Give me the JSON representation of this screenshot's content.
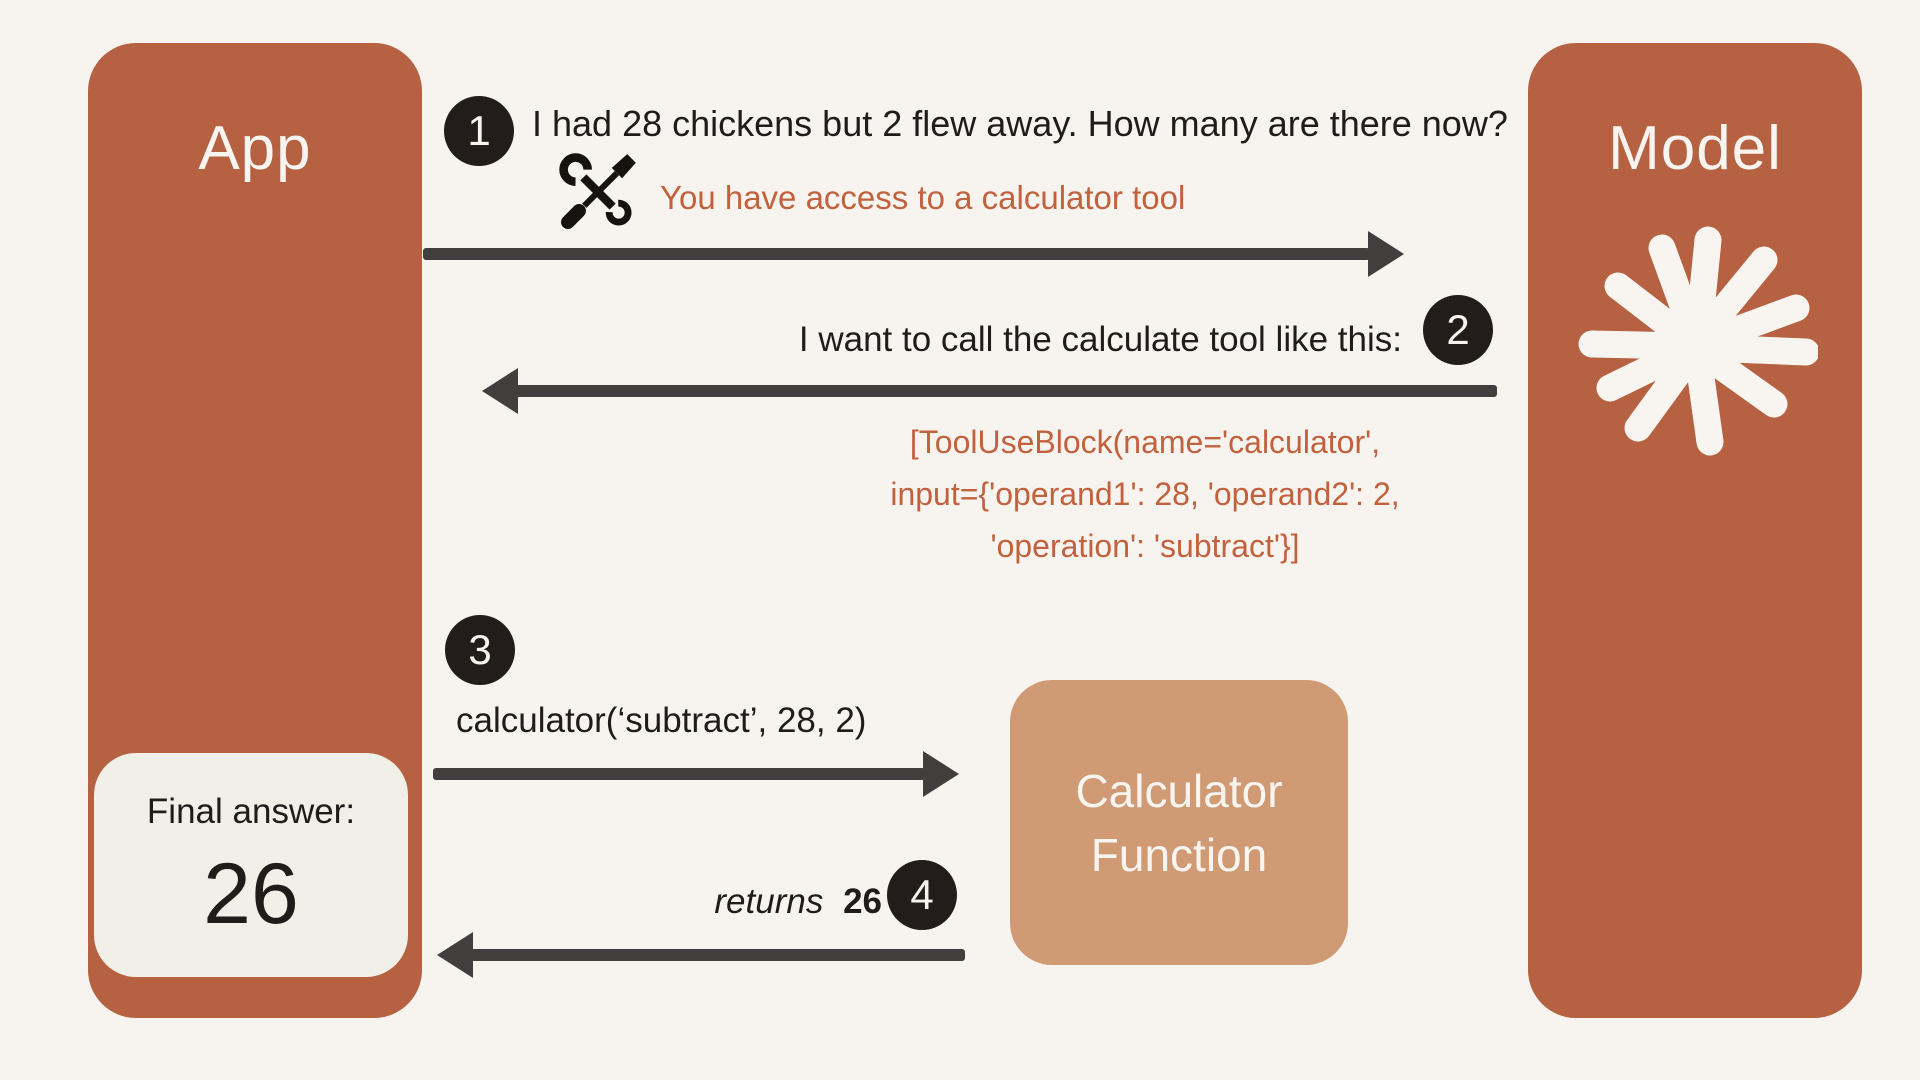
{
  "diagram_title": "Tool use flow: app, model and calculator function",
  "colors": {
    "background": "#f7f4ef",
    "actor_box": "#b56142",
    "function_box": "#cf9a74",
    "final_answer_box": "#f0efe8",
    "arrow": "#413f3d",
    "badge": "#221d1a",
    "accent_text": "#c2613e",
    "body_text": "#1f1d1b",
    "light_text": "#f8f5f0"
  },
  "app": {
    "title": "App"
  },
  "model": {
    "title": "Model"
  },
  "final_answer": {
    "label": "Final answer:",
    "value": "26"
  },
  "calculator_function": {
    "title_line1": "Calculator",
    "title_line2": "Function"
  },
  "steps": [
    {
      "number": "1",
      "message": "I had 28 chickens but 2 flew away. How many are there now?",
      "system_note": "You have access to a calculator tool"
    },
    {
      "number": "2",
      "message": "I want to call the calculate tool like this:",
      "code_lines": [
        "[ToolUseBlock(name='calculator',",
        "input={'operand1': 28, 'operand2': 2,",
        "'operation': 'subtract'}]"
      ]
    },
    {
      "number": "3",
      "call": "calculator(‘subtract’, 28, 2)"
    },
    {
      "number": "4",
      "returns_label": "returns",
      "returns_value": "26"
    }
  ]
}
